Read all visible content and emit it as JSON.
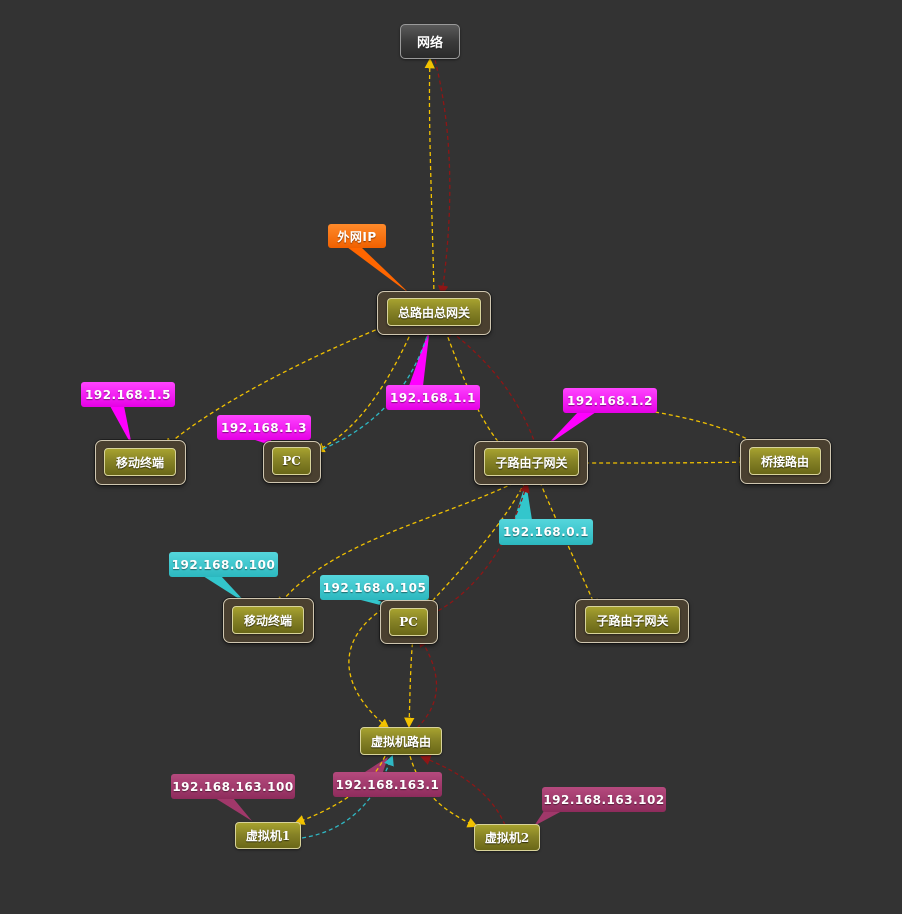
{
  "colors": {
    "background": "#333333",
    "link_yellow": "#f2c200",
    "link_red": "#8e1616",
    "link_cyan": "#2fb8c4",
    "tag_orange": "#ff6600",
    "tag_magenta": "#ff00ff",
    "tag_cyan": "#33c6cc",
    "tag_plum": "#a0386a"
  },
  "nodes": {
    "internet": "网络",
    "main_gateway": "总路由总网关",
    "mobile_1": "移动终端",
    "pc_1": "PC",
    "sub_gateway_1": "子路由子网关",
    "bridge_router": "桥接路由",
    "mobile_2": "移动终端",
    "pc_2": "PC",
    "sub_gateway_2": "子路由子网关",
    "vm_router": "虚拟机路由",
    "vm_1": "虚拟机1",
    "vm_2": "虚拟机2"
  },
  "labels": {
    "wan_ip": "外网IP",
    "ip_1_5": "192.168.1.5",
    "ip_1_3": "192.168.1.3",
    "ip_1_1": "192.168.1.1",
    "ip_1_2": "192.168.1.2",
    "ip_0_100": "192.168.0.100",
    "ip_0_105": "192.168.0.105",
    "ip_0_1": "192.168.0.1",
    "ip_163_100": "192.168.163.100",
    "ip_163_1": "192.168.163.1",
    "ip_163_102": "192.168.163.102"
  },
  "links": [
    {
      "from": "main_gateway",
      "to": "internet",
      "style": "yellow"
    },
    {
      "from": "internet",
      "to": "main_gateway",
      "style": "red"
    },
    {
      "from": "main_gateway",
      "to": "mobile_1",
      "style": "yellow"
    },
    {
      "from": "main_gateway",
      "to": "pc_1",
      "style": "yellow"
    },
    {
      "from": "pc_1",
      "to": "main_gateway",
      "style": "cyan"
    },
    {
      "from": "main_gateway",
      "to": "sub_gateway_1",
      "style": "yellow"
    },
    {
      "from": "sub_gateway_1",
      "to": "main_gateway",
      "style": "red"
    },
    {
      "from": "sub_gateway_1",
      "to": "bridge_router",
      "style": "yellow"
    },
    {
      "from": "sub_gateway_1",
      "to": "mobile_2",
      "style": "yellow"
    },
    {
      "from": "sub_gateway_1",
      "to": "pc_2",
      "style": "yellow"
    },
    {
      "from": "pc_2",
      "to": "sub_gateway_1",
      "style": "red"
    },
    {
      "from": "sub_gateway_1",
      "to": "sub_gateway_2",
      "style": "yellow"
    },
    {
      "from": "pc_2",
      "to": "vm_router",
      "style": "yellow"
    },
    {
      "from": "vm_router",
      "to": "pc_2",
      "style": "red"
    },
    {
      "from": "vm_router",
      "to": "vm_1",
      "style": "yellow"
    },
    {
      "from": "vm_1",
      "to": "vm_router",
      "style": "cyan"
    },
    {
      "from": "vm_router",
      "to": "vm_2",
      "style": "yellow"
    },
    {
      "from": "vm_2",
      "to": "vm_router",
      "style": "red"
    }
  ]
}
